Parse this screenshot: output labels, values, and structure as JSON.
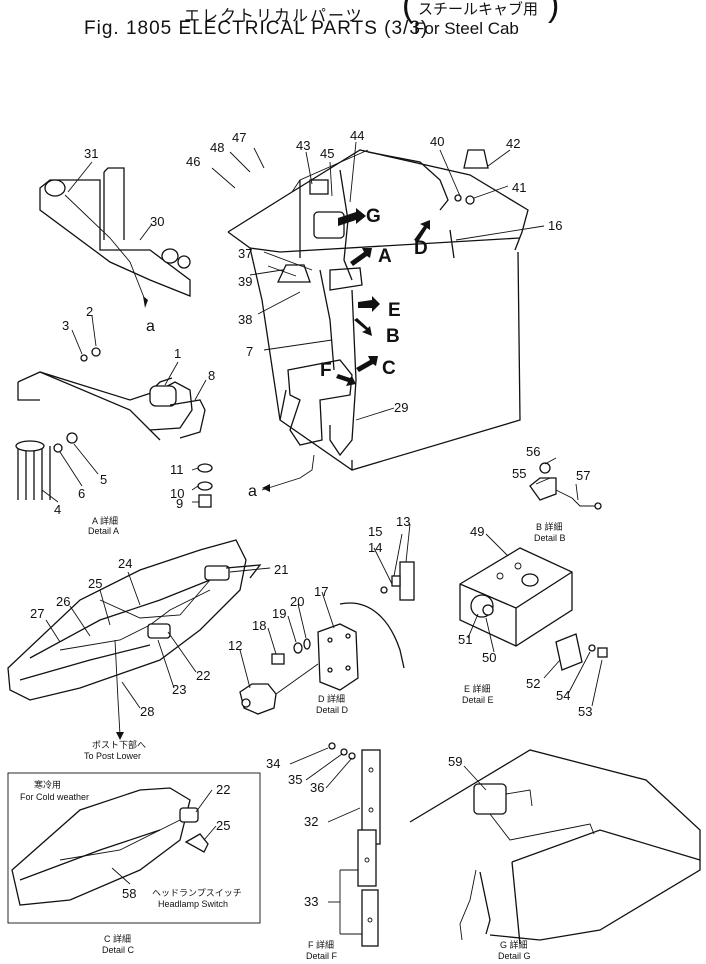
{
  "title": {
    "japanese": "エレクトリカルパーツ",
    "main": "Fig. 1805 ELECTRICAL PARTS (3/3)",
    "note_jp": "スチールキャブ用",
    "note_en": "For Steel Cab"
  },
  "view_letters": [
    "G",
    "A",
    "D",
    "E",
    "B",
    "F",
    "C"
  ],
  "wire_marks": [
    "a",
    "a"
  ],
  "part_numbers": [
    "1",
    "2",
    "3",
    "4",
    "5",
    "6",
    "7",
    "8",
    "9",
    "10",
    "11",
    "12",
    "13",
    "14",
    "15",
    "16",
    "17",
    "18",
    "19",
    "20",
    "21",
    "22",
    "22",
    "23",
    "24",
    "25",
    "25",
    "26",
    "27",
    "28",
    "29",
    "30",
    "31",
    "32",
    "33",
    "34",
    "35",
    "36",
    "37",
    "38",
    "39",
    "40",
    "41",
    "42",
    "43",
    "44",
    "45",
    "46",
    "47",
    "48",
    "49",
    "50",
    "51",
    "52",
    "53",
    "54",
    "55",
    "56",
    "57",
    "58",
    "59"
  ],
  "details": {
    "a": {
      "jp": "A 詳細",
      "en": "Detail A"
    },
    "b": {
      "jp": "B 詳細",
      "en": "Detail B"
    },
    "c": {
      "jp": "C 詳細",
      "en": "Detail C"
    },
    "d": {
      "jp": "D 詳細",
      "en": "Detail D"
    },
    "e": {
      "jp": "E 詳細",
      "en": "Detail E"
    },
    "f": {
      "jp": "F 詳細",
      "en": "Detail F"
    },
    "g": {
      "jp": "G 詳細",
      "en": "Detail G"
    }
  },
  "notes": {
    "post_lower_jp": "ポスト下部へ",
    "post_lower_en": "To Post Lower",
    "cold_jp": "寒冷用",
    "cold_en": "For Cold weather",
    "headlamp_jp": "ヘッドランプスイッチ",
    "headlamp_en": "Headlamp Switch"
  }
}
